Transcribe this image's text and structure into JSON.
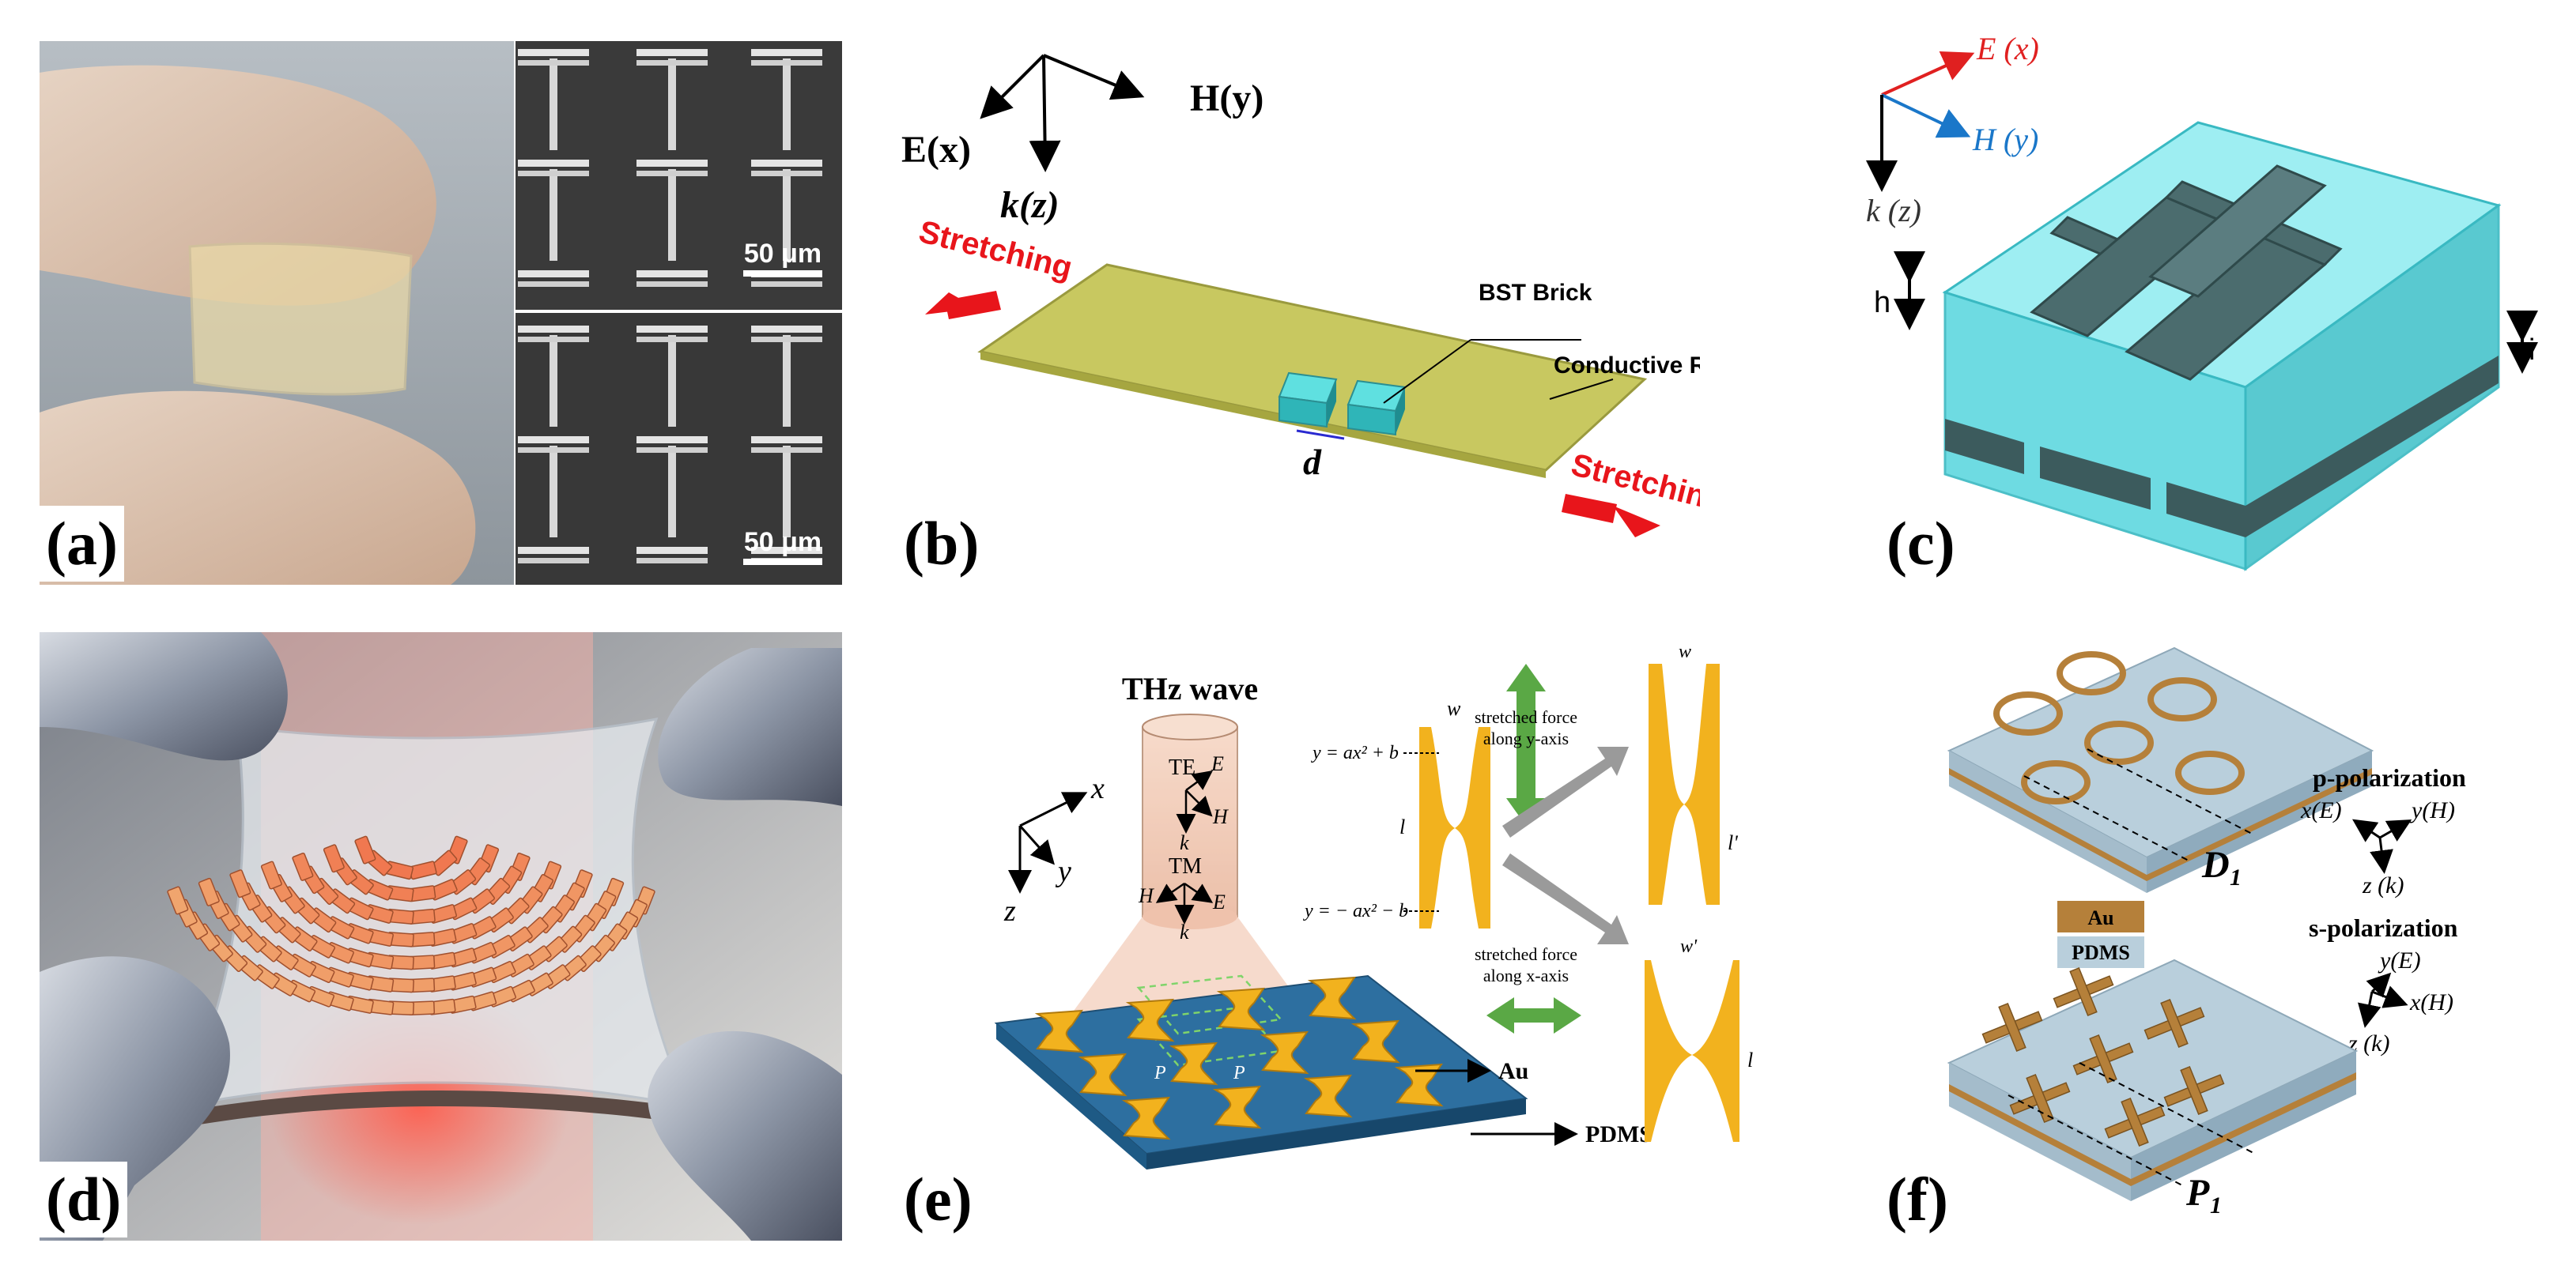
{
  "panels": {
    "a": {
      "label": "(a)",
      "scalebar_top": "50 μm",
      "scalebar_bottom": "50 μm"
    },
    "b": {
      "label": "(b)",
      "axis_h": "H(y)",
      "axis_e": "E(x)",
      "axis_k": "k(z)",
      "stretch_left": "Stretching",
      "stretch_right": "Stretching",
      "brick_label": "BST Brick",
      "rubber_label": "Conductive Rubber",
      "gap_label": "d"
    },
    "c": {
      "label": "(c)",
      "axis_e": "E (x)",
      "axis_h": "H (y)",
      "axis_k": "k (z)",
      "h_label": "h",
      "i_label": "i"
    },
    "d": {
      "label": "(d)"
    },
    "e": {
      "label": "(e)",
      "thz_title": "THz wave",
      "te": "TE",
      "tm": "TM",
      "e_sym": "E",
      "h_sym": "H",
      "k_sym": "k",
      "axis_x": "x",
      "axis_y": "y",
      "axis_z": "z",
      "eq_top": "y = ax² + b",
      "eq_bottom": "y = − ax² − b",
      "w": "w",
      "l": "l",
      "w_prime": "w'",
      "l_prime": "l'",
      "force_y_line1": "stretched force",
      "force_y_line2": "along y-axis",
      "force_x_line1": "stretched force",
      "force_x_line2": "along x-axis",
      "au": "Au",
      "pdms": "PDMS",
      "py": "P",
      "px": "P"
    },
    "f": {
      "label": "(f)",
      "p_pol": "p-polarization",
      "s_pol": "s-polarization",
      "x_e": "x(E)",
      "y_h": "y(H)",
      "z_k_top": "z (k)",
      "y_e": "y(E)",
      "x_h": "x(H)",
      "z_k_bottom": "z (k)",
      "d1": "D",
      "p1": "P",
      "sub1": "1",
      "legend_au": "Au",
      "legend_pdms": "PDMS"
    }
  },
  "colors": {
    "stretch_red": "#e8151b",
    "rubber_green": "#c8c860",
    "brick_teal": "#3fc6c9",
    "cyan_block": "#5fd8df",
    "pdms_blue": "#2d6fa0",
    "gold": "#f2b21e",
    "arrow_green": "#5aa845",
    "au_brown": "#b5803a",
    "pdms_light": "#b9cfdc"
  }
}
